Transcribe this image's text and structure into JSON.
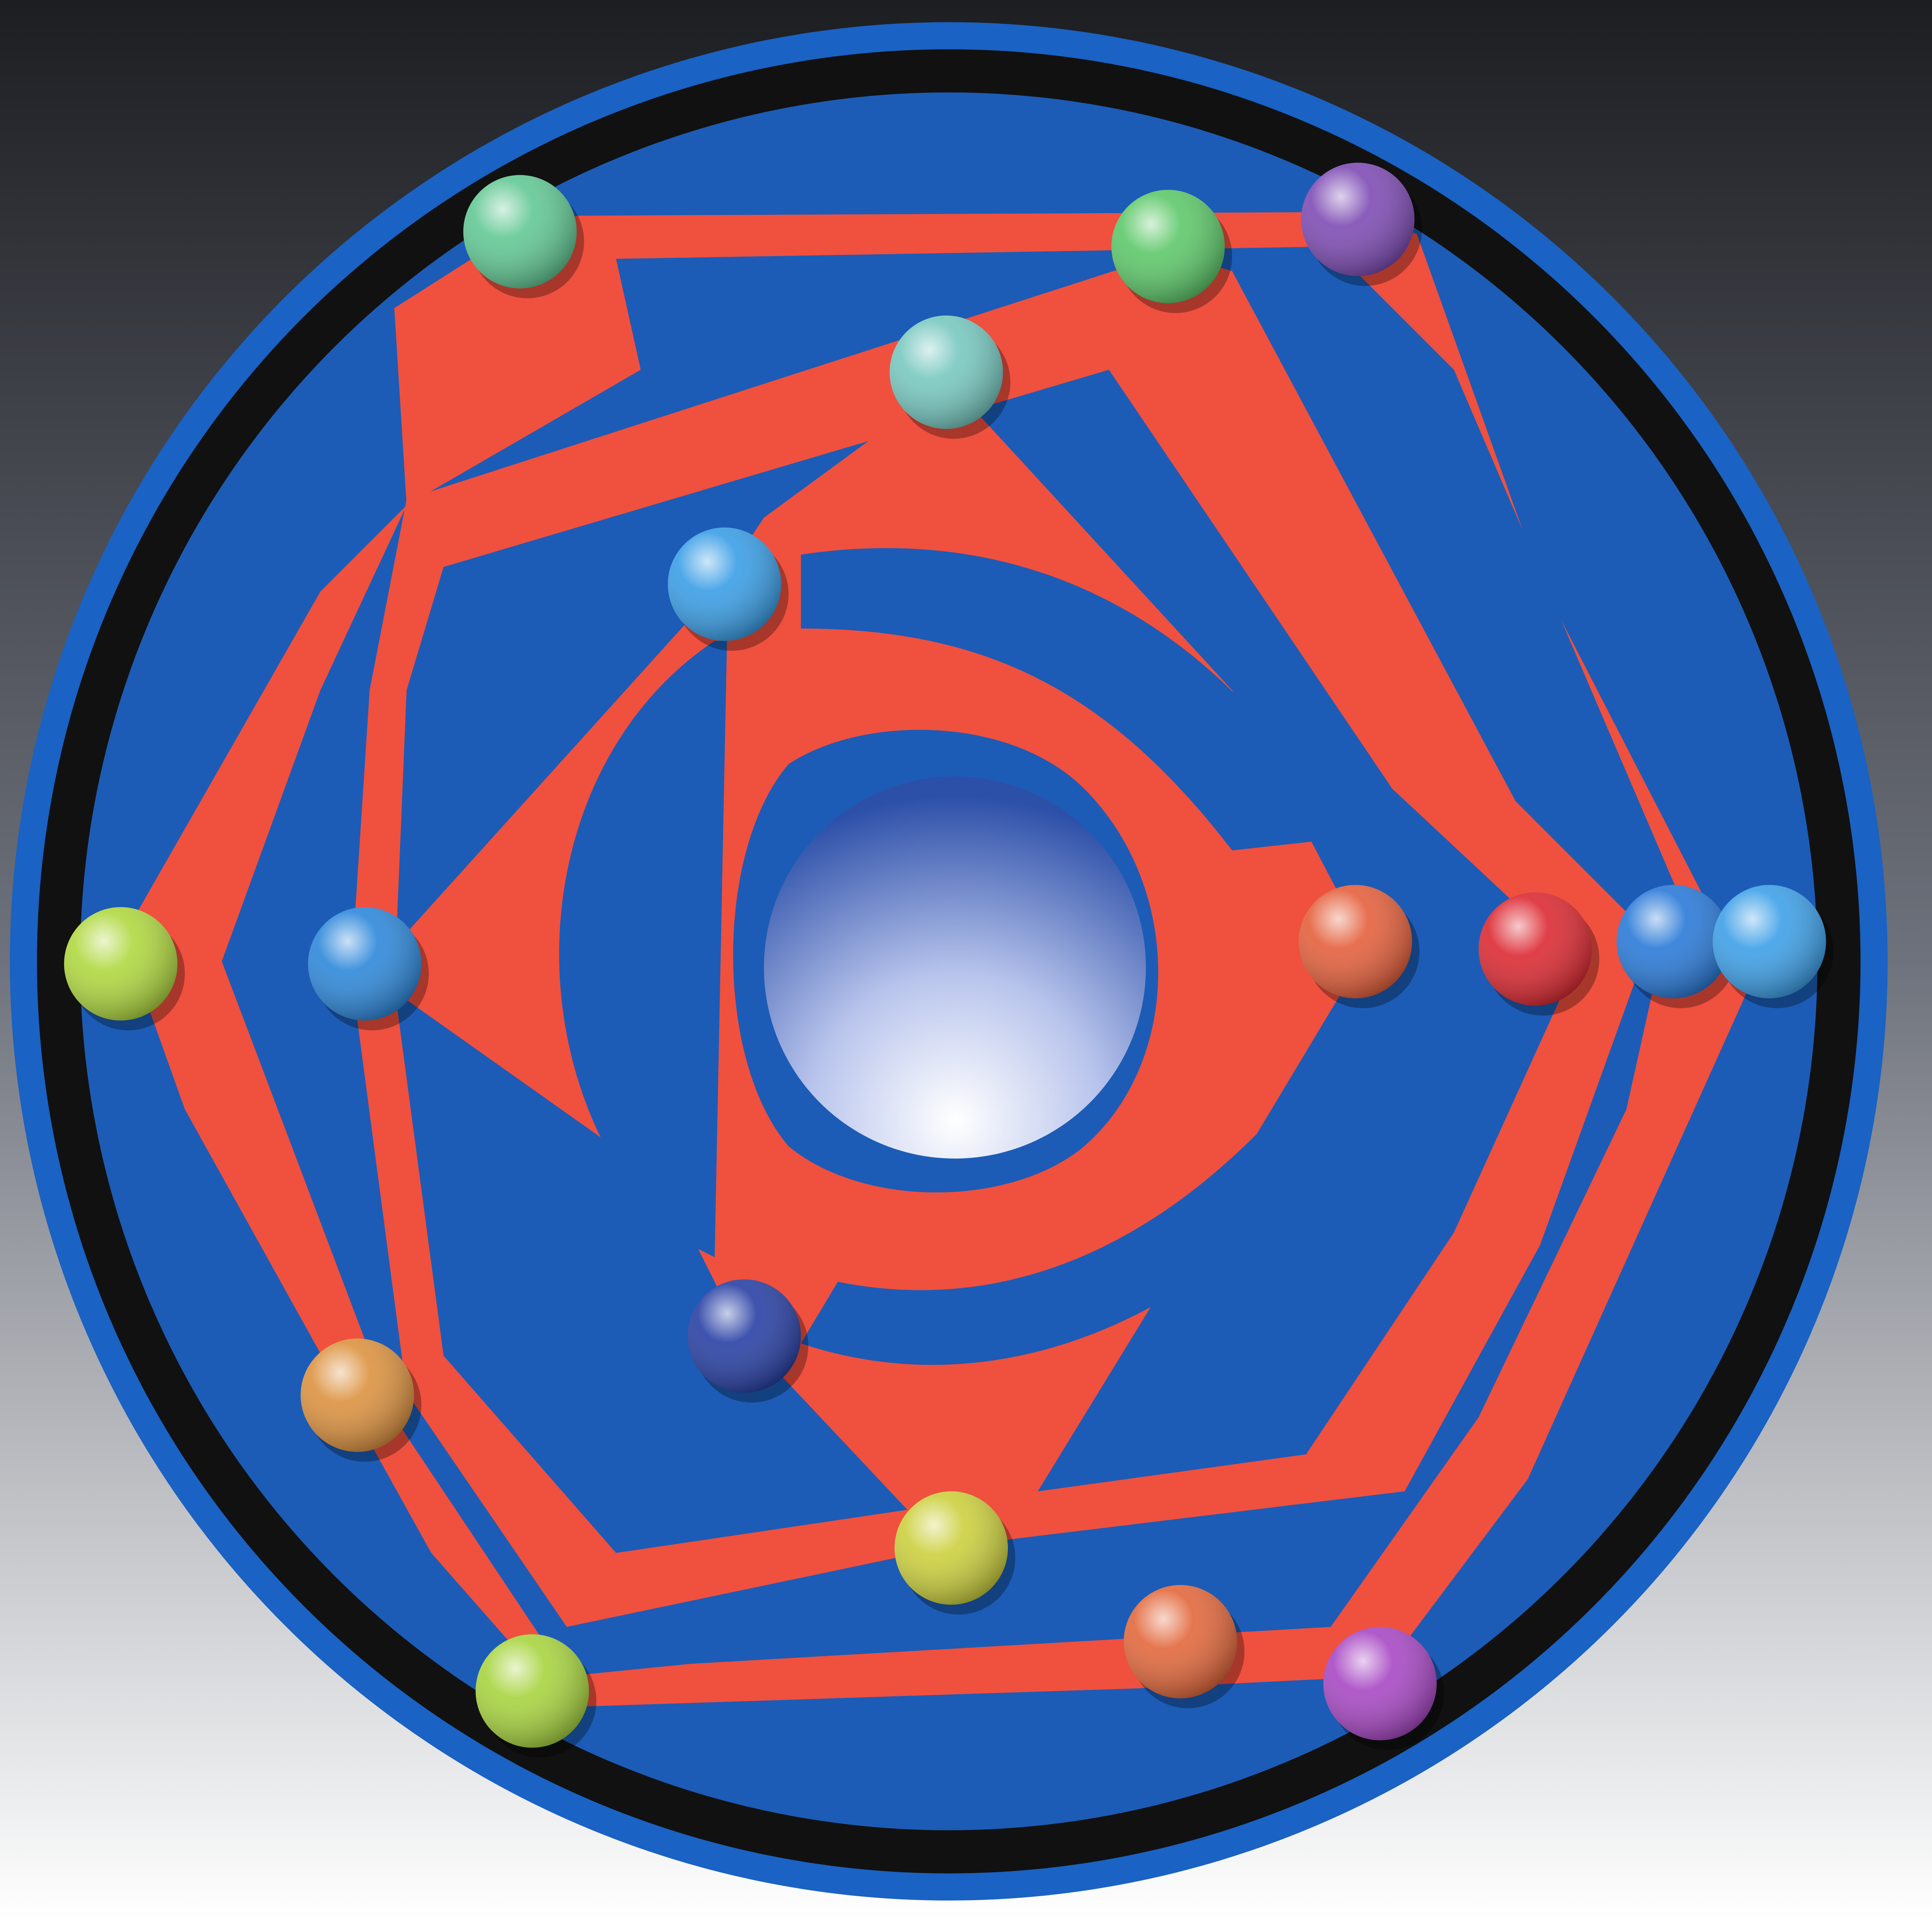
{
  "scene": {
    "background": {
      "top_color": "#1c1e22",
      "mid_color": "#6e727c",
      "bottom_color": "#ffffff"
    },
    "disc": {
      "outer_rim_color": "#1a62c4",
      "black_ring_color": "#111111",
      "face_color": "#1c5cb6"
    },
    "pattern_color": "#f0503e",
    "center_hub": {
      "light_color": "#ffffff",
      "dark_color": "#2c4fa8"
    },
    "balls": [
      {
        "color_name": "seafoam",
        "color": "#62c894"
      },
      {
        "color_name": "green",
        "color": "#5ec86a"
      },
      {
        "color_name": "purple",
        "color": "#7e4cb4"
      },
      {
        "color_name": "light-cyan",
        "color": "#78c8c0"
      },
      {
        "color_name": "sky-blue",
        "color": "#3a9ee6"
      },
      {
        "color_name": "lime",
        "color": "#b0d840"
      },
      {
        "color_name": "blue",
        "color": "#2e88da"
      },
      {
        "color_name": "orange-red",
        "color": "#e4603c"
      },
      {
        "color_name": "red",
        "color": "#dc2a32"
      },
      {
        "color_name": "blue",
        "color": "#2a7ad8"
      },
      {
        "color_name": "sky-blue",
        "color": "#3ea0e8"
      },
      {
        "color_name": "navy",
        "color": "#2840a4"
      },
      {
        "color_name": "orange",
        "color": "#dc9240"
      },
      {
        "color_name": "yellow",
        "color": "#ccd03e"
      },
      {
        "color_name": "orange-red",
        "color": "#e2683c"
      },
      {
        "color_name": "magenta-purple",
        "color": "#a848c4"
      },
      {
        "color_name": "lime",
        "color": "#a8d440"
      }
    ]
  }
}
